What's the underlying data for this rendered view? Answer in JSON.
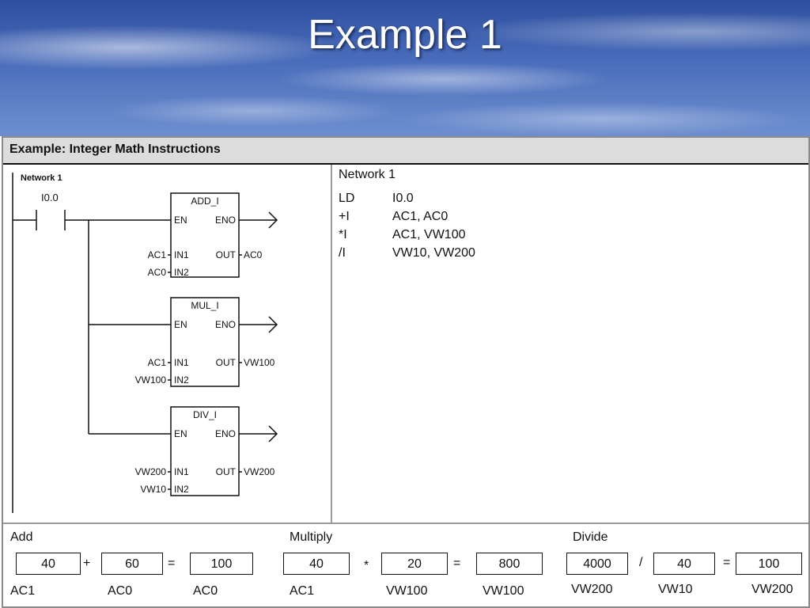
{
  "slide_title": "Example 1",
  "panel_title": "Example: Integer Math Instructions",
  "ladder": {
    "network_label": "Network 1",
    "contact_label": "I0.0",
    "blocks": [
      {
        "name": "ADD_I",
        "en": "EN",
        "eno": "ENO",
        "in1_label": "IN1",
        "in2_label": "IN2",
        "out_label": "OUT",
        "in1": "AC1",
        "in2": "AC0",
        "out": "AC0"
      },
      {
        "name": "MUL_I",
        "en": "EN",
        "eno": "ENO",
        "in1_label": "IN1",
        "in2_label": "IN2",
        "out_label": "OUT",
        "in1": "AC1",
        "in2": "VW100",
        "out": "VW100"
      },
      {
        "name": "DIV_I",
        "en": "EN",
        "eno": "ENO",
        "in1_label": "IN1",
        "in2_label": "IN2",
        "out_label": "OUT",
        "in1": "VW200",
        "in2": "VW10",
        "out": "VW200"
      }
    ]
  },
  "stl": {
    "title": "Network 1",
    "lines": [
      {
        "op": "LD",
        "args": "I0.0"
      },
      {
        "op": "+I",
        "args": "AC1, AC0"
      },
      {
        "op": "*I",
        "args": "AC1, VW100"
      },
      {
        "op": "/I",
        "args": "VW10, VW200"
      }
    ]
  },
  "calc": {
    "add": {
      "title": "Add",
      "a": "40",
      "op": "+",
      "b": "60",
      "eq": "=",
      "result": "100",
      "a_reg": "AC1",
      "b_reg": "AC0",
      "result_reg": "AC0"
    },
    "multiply": {
      "title": "Multiply",
      "a": "40",
      "op": "*",
      "b": "20",
      "eq": "=",
      "result": "800",
      "a_reg": "AC1",
      "b_reg": "VW100",
      "result_reg": "VW100"
    },
    "divide": {
      "title": "Divide",
      "a": "4000",
      "op": "/",
      "b": "40",
      "eq": "=",
      "result": "100",
      "a_reg": "VW200",
      "b_reg": "VW10",
      "result_reg": "VW200"
    }
  }
}
